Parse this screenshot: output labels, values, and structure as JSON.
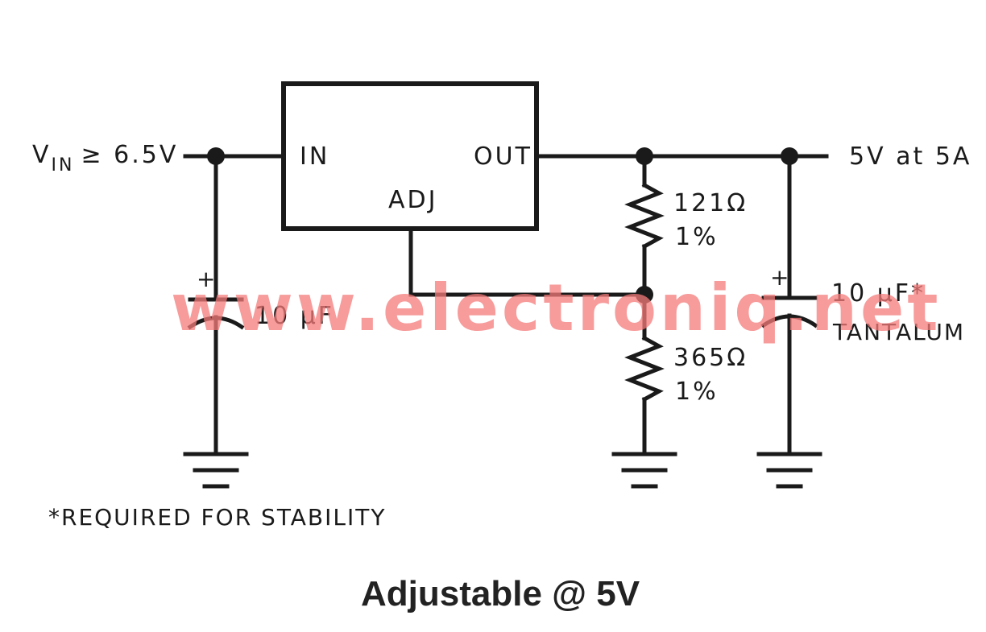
{
  "regulator": {
    "pin_in": "IN",
    "pin_out": "OUT",
    "pin_adj": "ADJ"
  },
  "input": {
    "label_v": "V",
    "label_sub": "IN",
    "label_rest": "≥ 6.5V"
  },
  "output": {
    "label": "5V at 5A"
  },
  "components": {
    "cap_in_value": "10 µF",
    "cap_in_polarity": "+",
    "r1_value": "121Ω",
    "r1_tol": "1%",
    "r2_value": "365Ω",
    "r2_tol": "1%",
    "cap_out_value": "10 µF*",
    "cap_out_type": "TANTALUM",
    "cap_out_polarity": "+"
  },
  "footnote": "*REQUIRED FOR STABILITY",
  "caption": "Adjustable @ 5V",
  "watermark": "www.electroniq.net",
  "colors": {
    "ink": "#1a1a1a",
    "watermark": "#f47a7a"
  }
}
